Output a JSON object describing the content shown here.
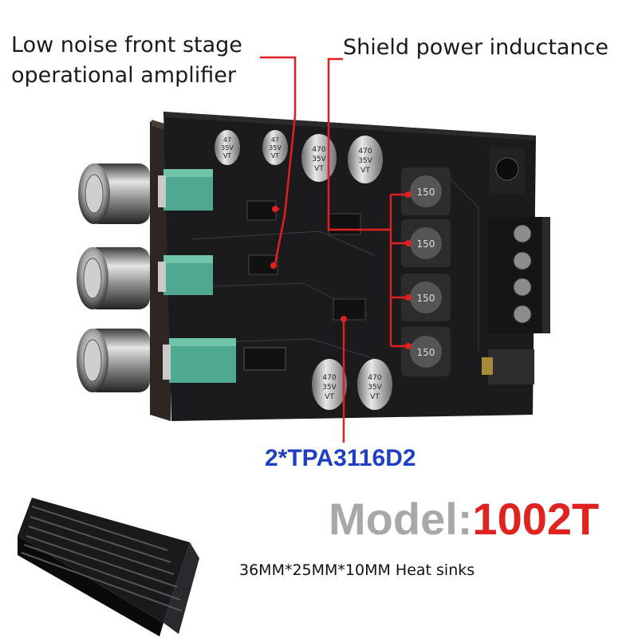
{
  "callouts": {
    "opamp_line1": "Low noise front stage",
    "opamp_line2": "operational amplifier",
    "inductor": "Shield power inductance",
    "chip": "2*TPA3116D2"
  },
  "model": {
    "prefix": "Model:",
    "number": "1002T"
  },
  "heatsink": {
    "caption": "36MM*25MM*10MM Heat sinks"
  },
  "board_markings": {
    "cap_small": [
      "47",
      "35V",
      "VT"
    ],
    "cap_large": [
      "470",
      "35V",
      "VT"
    ],
    "inductor": "150"
  },
  "colors": {
    "callout_line": "#e02020",
    "chip_label": "#1f3fc4",
    "model_prefix": "#a8a8a8",
    "model_number": "#e0231f",
    "pcb": "#1b1b1d",
    "pot_green": "#4fa890"
  }
}
